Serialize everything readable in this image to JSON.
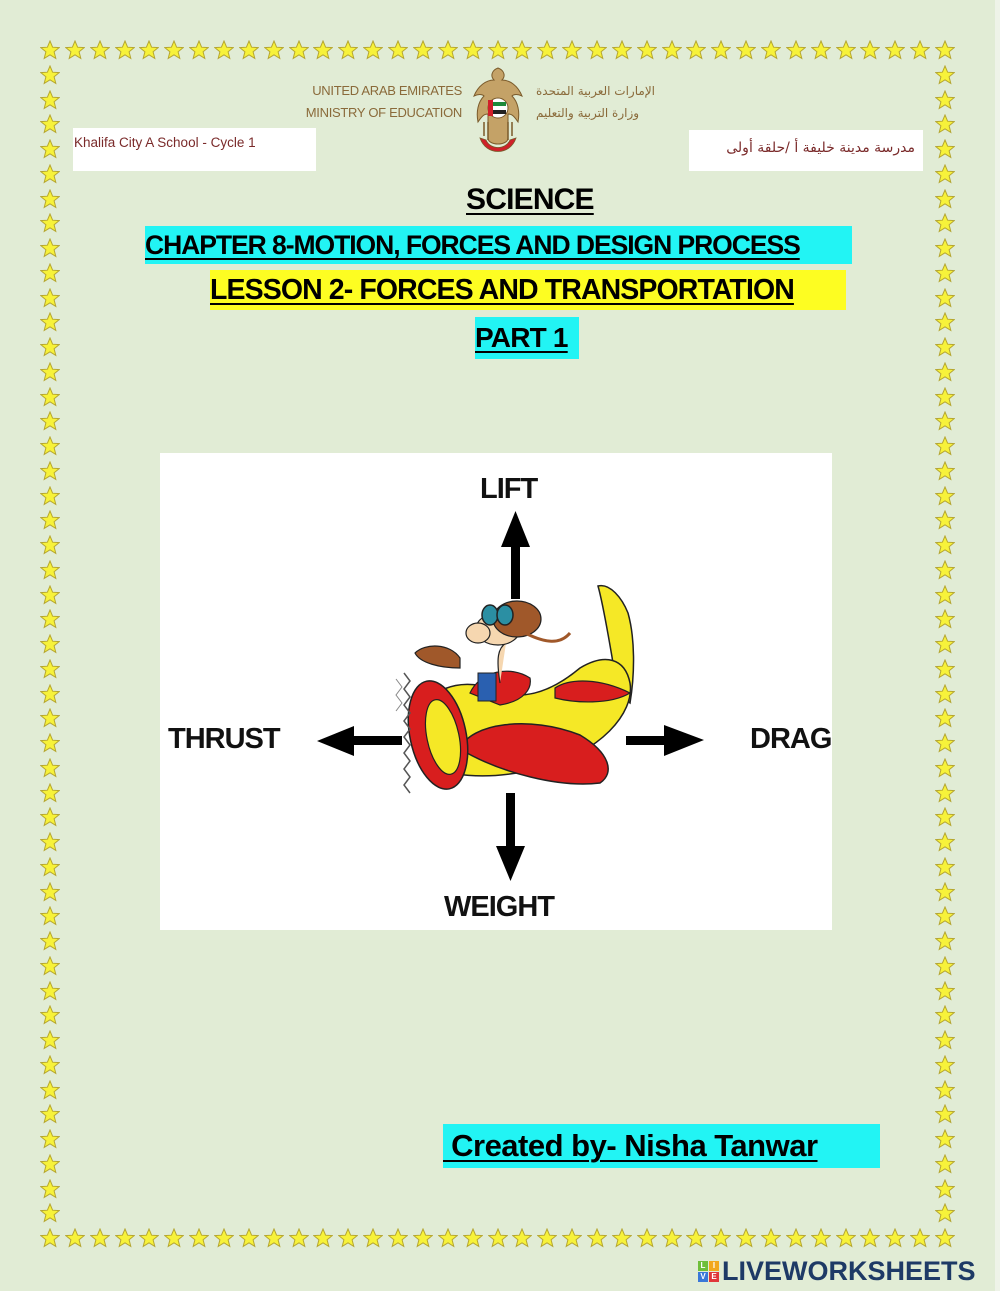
{
  "header": {
    "country_en": "UNITED ARAB EMIRATES",
    "ministry_en": "MINISTRY OF EDUCATION",
    "country_ar": "الإمارات العربية المتحدة",
    "ministry_ar": "وزارة التربية والتعليم",
    "school_en": "Khalifa City A School - Cycle 1",
    "school_ar": "مدرسة مدينة خليفة أ /حلقة أولى",
    "emblem_icon": "uae-emblem-icon"
  },
  "titles": {
    "subject": "SCIENCE",
    "chapter": "CHAPTER 8-MOTION, FORCES AND DESIGN PROCESS",
    "lesson": "LESSON 2- FORCES AND TRANSPORTATION",
    "part": "PART 1"
  },
  "diagram": {
    "labels": {
      "up": "LIFT",
      "left": "THRUST",
      "right": "DRAG",
      "down": "WEIGHT"
    }
  },
  "footer": {
    "credit": " Created by- Nisha Tanwar",
    "brand": "LIVEWORKSHEETS",
    "brand_tiles": [
      "L",
      "I",
      "V",
      "E"
    ]
  },
  "colors": {
    "background": "#e1ecd5",
    "cyan_highlight": "#22f4f4",
    "yellow_highlight": "#fdfd22",
    "star_fill": "#f7f23a",
    "brand_color": "#1e3a66"
  },
  "border": {
    "icon": "star-icon"
  }
}
